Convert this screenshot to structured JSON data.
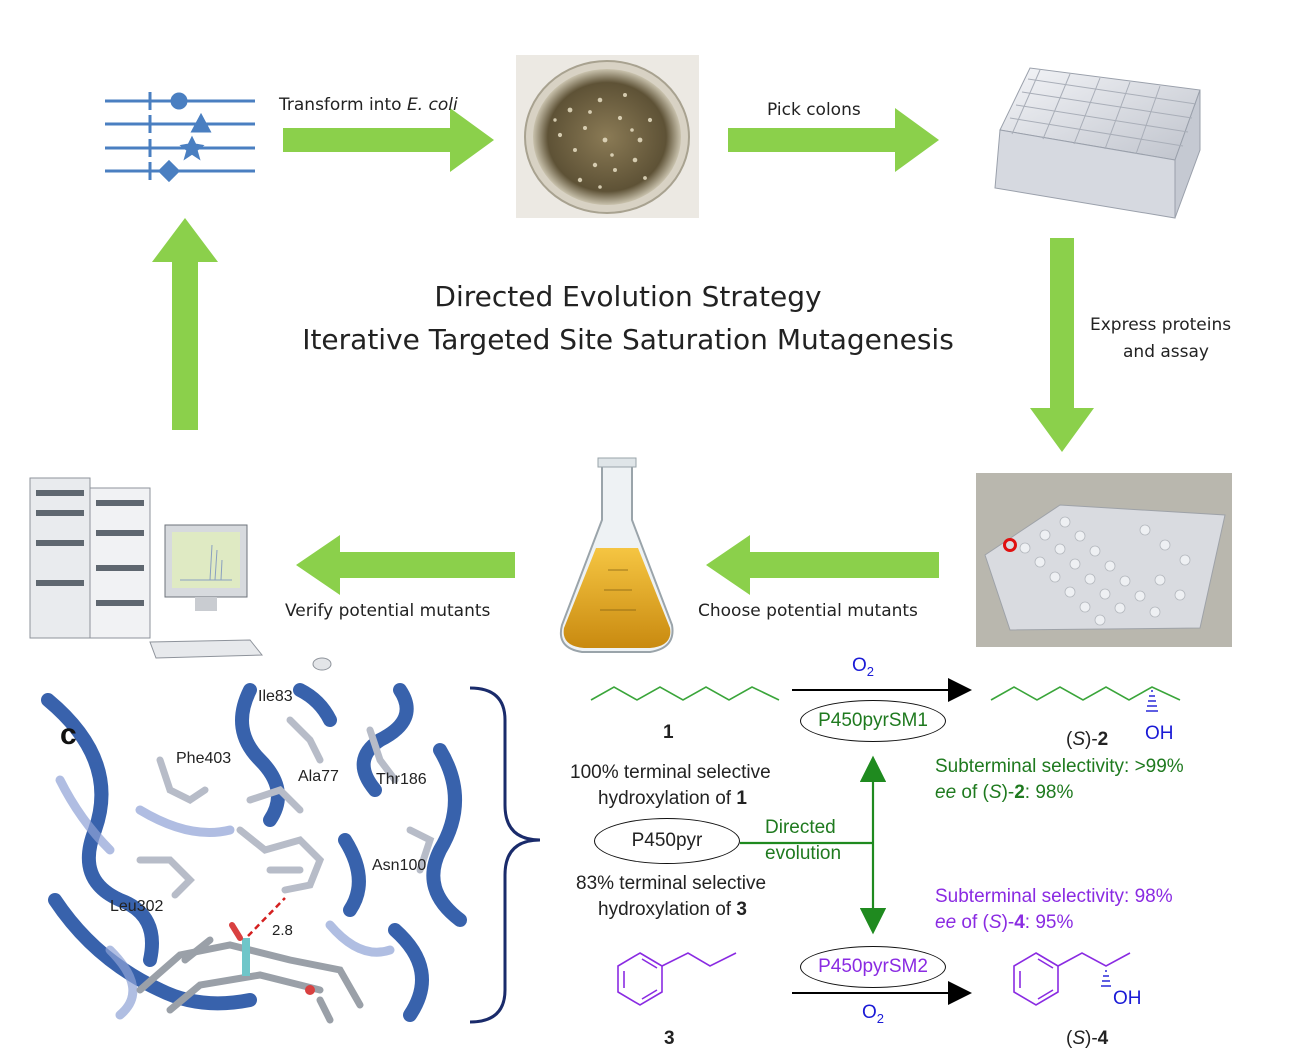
{
  "diagram": {
    "title_line1": "Directed Evolution Strategy",
    "title_line2": "Iterative Targeted Site Saturation Mutagenesis",
    "steps": {
      "transform_prefix": "Transform into ",
      "transform_organism": "E. coli",
      "pick": "Pick colons",
      "express_line1": "Express  proteins",
      "express_line2": "and assay",
      "choose": "Choose potential mutants",
      "verify": "Verify potential mutants"
    },
    "colors": {
      "arrow": "#8bd04b",
      "dna": "#4a7fc1",
      "green_text": "#1f7a1f",
      "purple_text": "#8a2be2",
      "blue_text": "#1a1ad6",
      "helix": "#2e5aa8"
    },
    "structure_panel": {
      "panel_letter": "c",
      "residues": [
        "Ile83",
        "Phe403",
        "Ala77",
        "Thr186",
        "Asn100",
        "Leu302"
      ],
      "distance": "2.8"
    },
    "scheme": {
      "o2_top": "O",
      "o2_sub": "2",
      "compound_1": "1",
      "compound_3": "3",
      "product_2_open": "(",
      "product_2_S": "S",
      "product_2_close": ")-",
      "product_2_num": "2",
      "product_4_num": "4",
      "oh": "OH",
      "enzyme_sm1": "P450pyrSM1",
      "enzyme_sm2": "P450pyrSM2",
      "enzyme_wt": "P450pyr",
      "directed_line1": "Directed",
      "directed_line2": "evolution",
      "wt1_line1": "100% terminal selective",
      "wt1_line2_prefix": "hydroxylation of ",
      "wt2_line1": "83% terminal selective",
      "wt2_line2_prefix": "hydroxylation of ",
      "sm1_sel": "Subterminal selectivity: >99%",
      "sm1_ee_prefix": "ee",
      "sm1_ee_mid": " of (",
      "sm1_ee_S": "S",
      "sm1_ee_close": ")-",
      "sm1_ee_value": ": 98%",
      "sm2_sel": "Subterminal selectivity: 98%",
      "sm2_ee_value": ": 95%"
    }
  }
}
